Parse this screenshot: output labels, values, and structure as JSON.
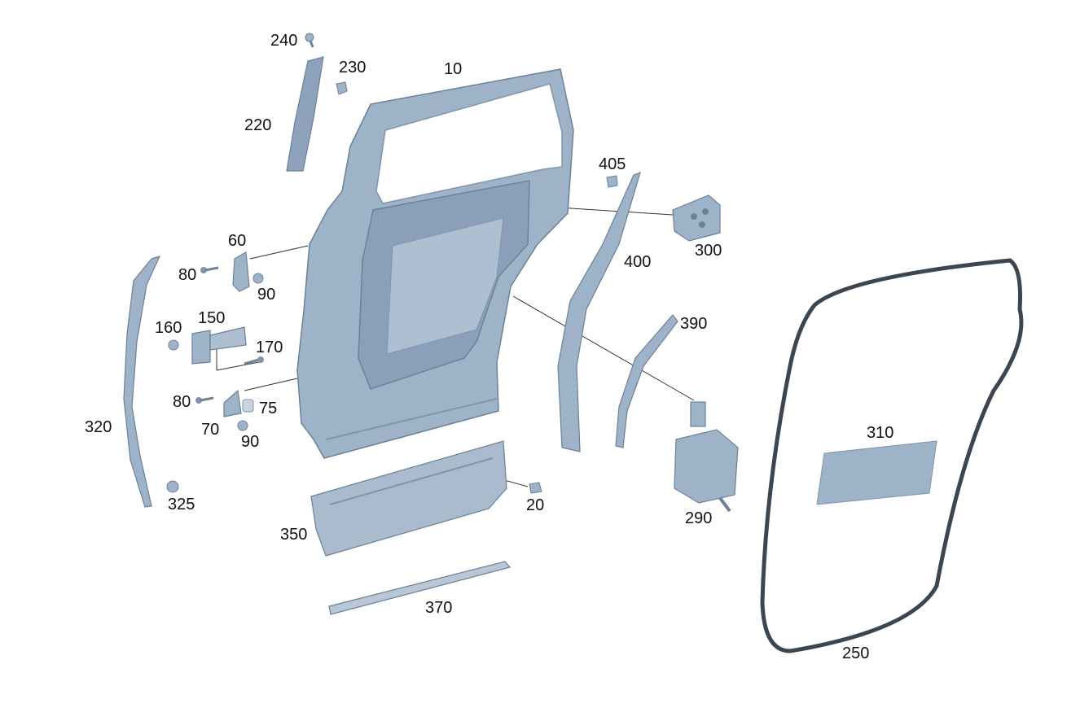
{
  "colors": {
    "part_fill": "#9fb3c8",
    "part_shade": "#7f95ad",
    "part_dark": "#6b8198",
    "seal": "#3c4650",
    "leader": "#333333",
    "label": "#111111"
  },
  "labels": {
    "p10": "10",
    "p20": "20",
    "p60": "60",
    "p70": "70",
    "p75": "75",
    "p80a": "80",
    "p80b": "80",
    "p90a": "90",
    "p90b": "90",
    "p150": "150",
    "p160": "160",
    "p170": "170",
    "p220": "220",
    "p230": "230",
    "p240": "240",
    "p250": "250",
    "p290": "290",
    "p300": "300",
    "p310": "310",
    "p320": "320",
    "p325": "325",
    "p350": "350",
    "p370": "370",
    "p390": "390",
    "p400": "400",
    "p405": "405"
  }
}
